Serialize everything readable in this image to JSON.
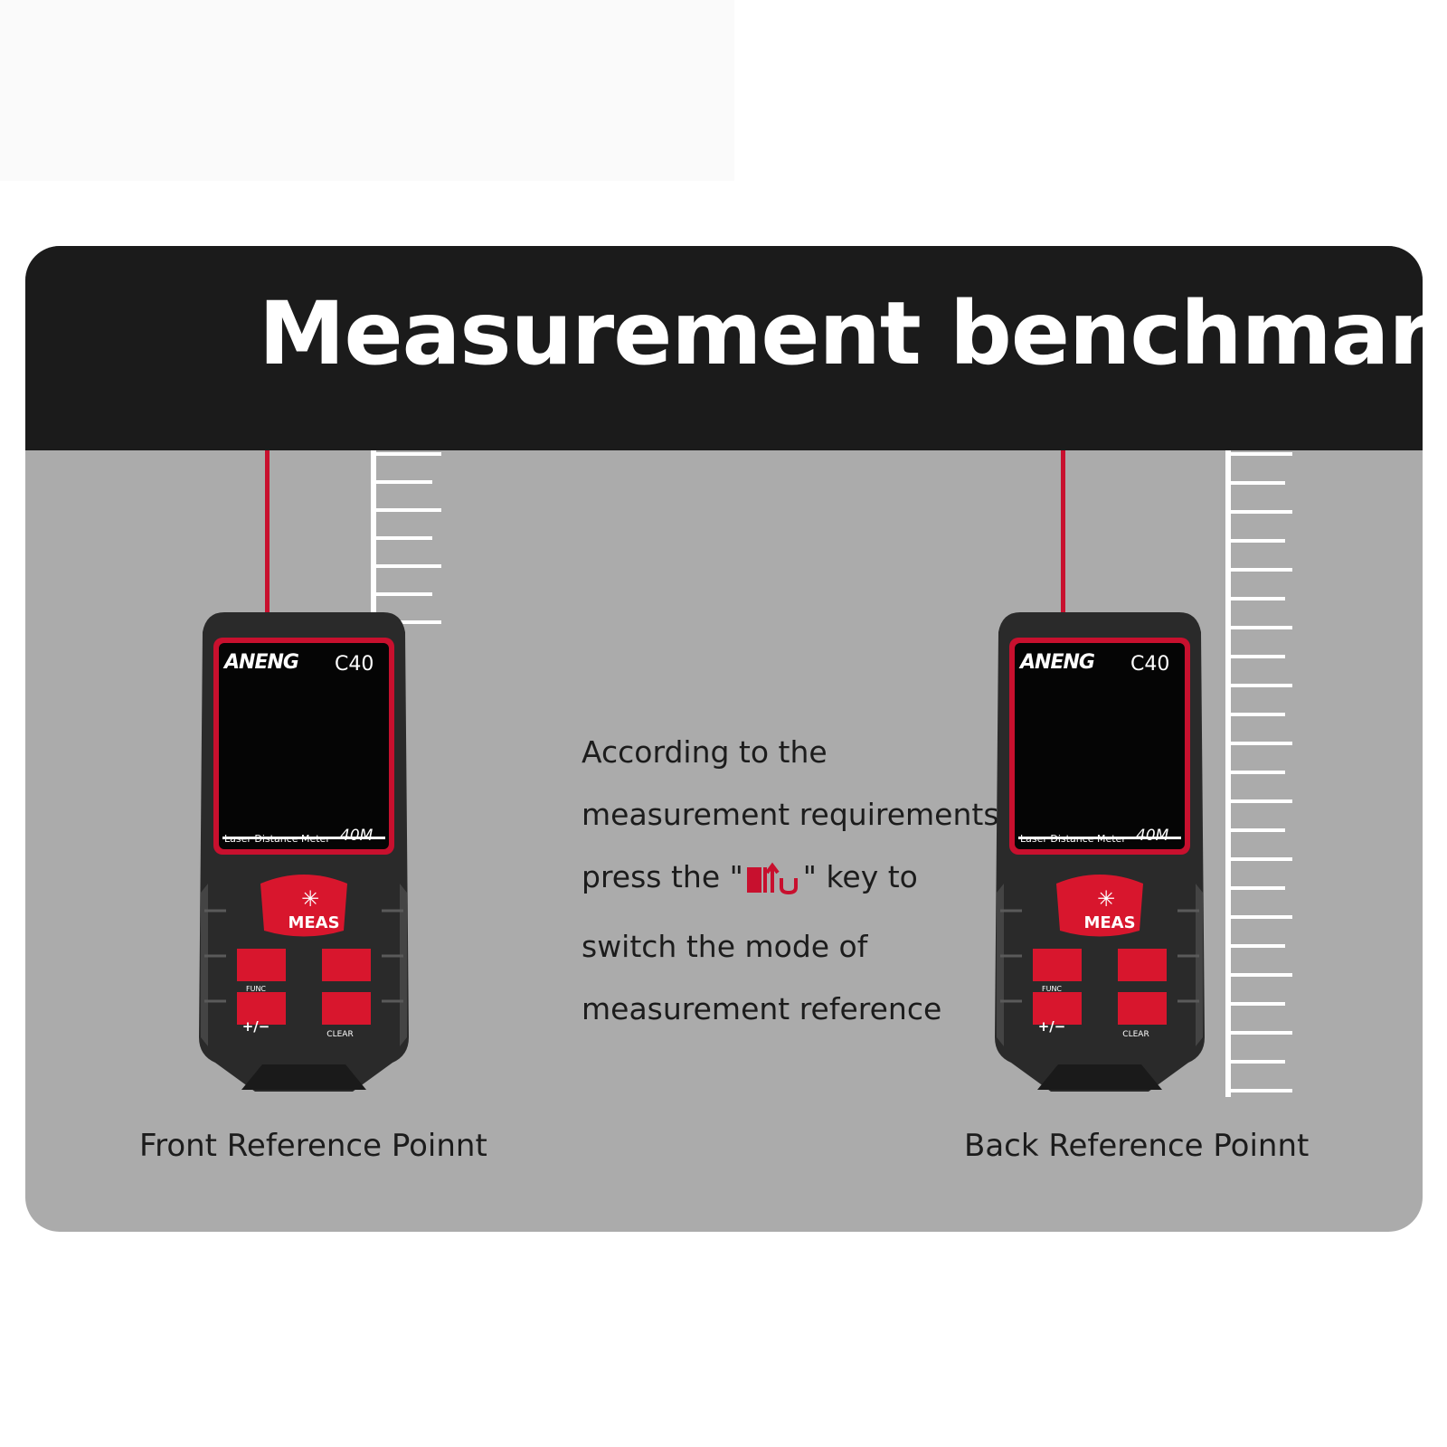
{
  "title": "Measurement benchmark",
  "instructions": {
    "line1": "According to the",
    "line2": "measurement requirements,",
    "line3_prefix": "press the \"",
    "line3_icon": "reference-switch-icon",
    "line3_suffix": "\" key to",
    "line4": "switch the mode of",
    "line5": "measurement reference"
  },
  "left": {
    "caption": "Front Reference Poinnt"
  },
  "right": {
    "caption": "Back Reference Poinnt"
  },
  "device": {
    "brand": "ANENG",
    "model": "C40",
    "subtitle": "Laser Distance Meter",
    "range": "40M",
    "meas_label": "MEAS",
    "func_label": "FUNC",
    "plusminus_label": "+/−",
    "clear_label": "CLEAR"
  },
  "colors": {
    "accent": "#c8102e",
    "header": "#1b1b1b",
    "panel": "#ababab",
    "device_body": "#2a2a2a"
  }
}
